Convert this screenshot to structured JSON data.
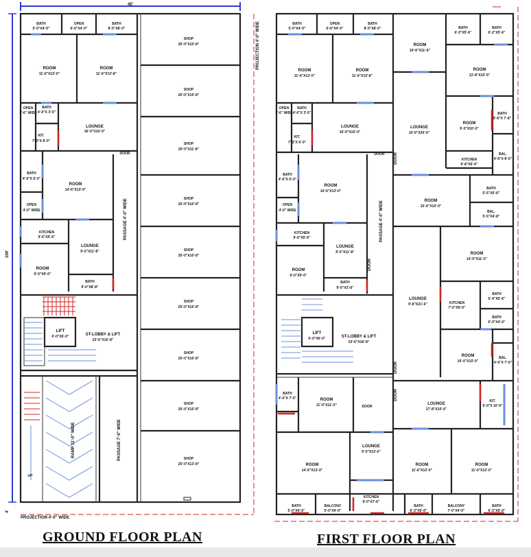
{
  "titles": {
    "ground": "GROUND FLOOR PLAN",
    "first": "FIRST FLOOR PLAN"
  },
  "dimensions": {
    "width": "45'",
    "length": "100'",
    "projection_side": "PROJECTION 4'-0\" WIDE",
    "projection_front": "PROJECTION 4'-0\" WIDE",
    "front_offset": "4'"
  },
  "ground_floor": {
    "bath_1": {
      "name": "BATH",
      "size": "5'-0\"X4'-0\""
    },
    "open_1": {
      "name": "OPEN",
      "size": "6'-6\"X4'-0\""
    },
    "bath_2": {
      "name": "BATH",
      "size": "8'-5\"X8'-0\""
    },
    "room_1": {
      "name": "ROOM",
      "size": "11'-6\"X13'-0\""
    },
    "room_2": {
      "name": "ROOM",
      "size": "11'-6\"X13'-8\""
    },
    "open_2": {
      "name": "OPEN",
      "size": "2'-6\" WIDE"
    },
    "bath_3": {
      "name": "BATH",
      "size": "4'-0\"X 3'-5\""
    },
    "lounge_1": {
      "name": "LOUNGE",
      "size": "16'-0\"X10'-0\""
    },
    "kit": {
      "name": "KIT.",
      "size": "7'-0\"X 8'-0\""
    },
    "door_1": "DOOR",
    "bath_4": {
      "name": "BATH",
      "size": "4'-0\"X 6'-0\""
    },
    "room_3": {
      "name": "ROOM",
      "size": "14'-6\"X13'-0\""
    },
    "open_3": {
      "name": "OPEN",
      "size": "4'-0\" WIDE"
    },
    "passage": "PASSAGE 4'-0\" WIDE",
    "kitchen": {
      "name": "KITCHEN",
      "size": "9'-6\"X5'-6\""
    },
    "lounge_2": {
      "name": "LOUNGE",
      "size": "9'-0\"X11'-8\""
    },
    "room_4": {
      "name": "ROOM",
      "size": "9'-0\"X9'-0\""
    },
    "bath_5": {
      "name": "BATH",
      "size": "9'-0\"X8'-8\""
    },
    "lift": {
      "name": "LIFT",
      "size": "6'-0\"X6'-0\""
    },
    "lobby": {
      "name": "ST-LOBBY & LIFT",
      "size": "23'-6\"X16'-8\""
    },
    "ramp": "RAMP 11'-0\" WIDE",
    "passage_2": "PASSAGE 7'-6\" WIDE",
    "up": "UP",
    "shops": [
      {
        "name": "SHOP",
        "size": "20'-0\"X10'-8\""
      },
      {
        "name": "SHOP",
        "size": "20'-0\"X10'-8\""
      },
      {
        "name": "SHOP",
        "size": "20'-0\"X11'-8\""
      },
      {
        "name": "SHOP",
        "size": "20'-0\"X10'-8\""
      },
      {
        "name": "SHOP",
        "size": "20'-0\"X10'-8\""
      },
      {
        "name": "SHOP",
        "size": "20'-0\"X10'-8\""
      },
      {
        "name": "SHOP",
        "size": "20'-0\"X10'-8\""
      },
      {
        "name": "SHOP",
        "size": "20'-0\"X10'-8\""
      },
      {
        "name": "SHOP",
        "size": "20'-0\"X13'-8\""
      }
    ]
  },
  "first_floor": {
    "bath_1": {
      "name": "BATH",
      "size": "5'-0\"X4'-0\""
    },
    "open_1": {
      "name": "OPEN",
      "size": "6'-6\"X4'-0\""
    },
    "bath_2": {
      "name": "BATH",
      "size": "8'-5\"X8'-0\""
    },
    "room_1": {
      "name": "ROOM",
      "size": "11'-6\"X13'-0\""
    },
    "room_2": {
      "name": "ROOM",
      "size": "11'-6\"X13'-8\""
    },
    "room_3": {
      "name": "ROOM",
      "size": "10'-6\"X11'-8\""
    },
    "bath_3": {
      "name": "BATH",
      "size": "6'-3\"X5'-6\""
    },
    "bath_4": {
      "name": "BATH",
      "size": "6'-2\"X5'-6\""
    },
    "room_4": {
      "name": "ROOM",
      "size": "13'-8\"X10'-6\""
    },
    "open_2": {
      "name": "OPEN",
      "size": "2'-6\" WIDE"
    },
    "bath_5": {
      "name": "BATH",
      "size": "4'-0\"X 3'-5\""
    },
    "lounge_1": {
      "name": "LOUNGE",
      "size": "16'-0\"X10'-0\""
    },
    "lounge_2": {
      "name": "LOUNGE",
      "size": "10'-6\"X20'-6\""
    },
    "room_5": {
      "name": "ROOM",
      "size": "9'-0\"X10'-0\""
    },
    "bath_6": {
      "name": "BATH",
      "size": "5'-6\"X 7'-8\""
    },
    "kit": {
      "name": "KIT.",
      "size": "7'-0\"X 6'-0\""
    },
    "door_1": "DOOR",
    "door_2": "DOOR",
    "kitchen_1": {
      "name": "KITCHEN",
      "size": "9'-8\"X5'-6\""
    },
    "bal_1": {
      "name": "BAL.",
      "size": "4'-0\"X 8'-0\""
    },
    "bath_7": {
      "name": "BATH",
      "size": "4'-0\"X 6'-0\""
    },
    "room_6": {
      "name": "ROOM",
      "size": "14'-6\"X13'-0\""
    },
    "room_7": {
      "name": "ROOM",
      "size": "15'-6\"X10'-0\""
    },
    "bath_8": {
      "name": "BATH",
      "size": "5'-5\"X5'-6\""
    },
    "bal_2": {
      "name": "BAL.",
      "size": "5'-5\"X4'-8\""
    },
    "open_3": {
      "name": "OPEN",
      "size": "4'-0\" WIDE"
    },
    "passage": "PASSAGE 4'-0\" WIDE",
    "kitchen_2": {
      "name": "KITCHEN",
      "size": "9'-6\"X5'-6\""
    },
    "lounge_3": {
      "name": "LOUNGE",
      "size": "9'-0\"X11'-8\""
    },
    "room_8": {
      "name": "ROOM",
      "size": "14'-0\"X11'-0\""
    },
    "room_9": {
      "name": "ROOM",
      "size": "9'-0\"X9'-0\""
    },
    "bath_9": {
      "name": "BATH",
      "size": "9'-0\"X3'-8\""
    },
    "door_3": "DOOR",
    "lounge_4": {
      "name": "LOUNGE",
      "size": "9'-8\"X21'-6\""
    },
    "kitchen_3": {
      "name": "KITCHEN",
      "size": "7'-0\"X9'-0\""
    },
    "bath_10": {
      "name": "BATH",
      "size": "6'-4\"X5'-6\""
    },
    "bath_11": {
      "name": "BATH",
      "size": "6'-0\"X4'-0\""
    },
    "lift": {
      "name": "LIFT",
      "size": "6'-0\"X6'-0\""
    },
    "lobby": {
      "name": "ST-LOBBY & LIFT",
      "size": "23'-6\"X16'-8\""
    },
    "room_10": {
      "name": "ROOM",
      "size": "10'-0\"X10'-0\""
    },
    "bal_3": {
      "name": "BAL.",
      "size": "4'-0\"X 7'-0\""
    },
    "door_4": "DOOR",
    "bath_12": {
      "name": "BATH",
      "size": "4'-0\"X 7'-5\""
    },
    "room_11": {
      "name": "ROOM",
      "size": "11'-0\"X11'-0\""
    },
    "door_5": "DOOR",
    "door_6": "DOOR",
    "lounge_5": {
      "name": "LOUNGE",
      "size": "17'-8\"X10'-6\""
    },
    "kit_2": {
      "name": "KIT.",
      "size": "6'-0\"X 10'-0\""
    },
    "room_12": {
      "name": "ROOM",
      "size": "14'-6\"X13'-0\""
    },
    "lounge_6": {
      "name": "LOUNGE",
      "size": "9'-0\"X13'-0\""
    },
    "room_13": {
      "name": "ROOM",
      "size": "11'-6\"X13'-0\""
    },
    "room_14": {
      "name": "ROOM",
      "size": "11'-6\"X13'-0\""
    },
    "kitchen_4": {
      "name": "KITCHEN",
      "size": "9'-0\"X7'-6\""
    },
    "bath_13": {
      "name": "BATH",
      "size": "5'-0\"X4'-0\""
    },
    "balcony_1": {
      "name": "BALCONY",
      "size": "5'-0\"X4'-0\""
    },
    "bath_14": {
      "name": "BATH",
      "size": "6'-3\"X5'-0\""
    },
    "balcony_2": {
      "name": "BALCONY",
      "size": "7'-0\"X4'-0\""
    },
    "bath_15": {
      "name": "BATH",
      "size": "6'-3\"X5'-0\""
    }
  }
}
